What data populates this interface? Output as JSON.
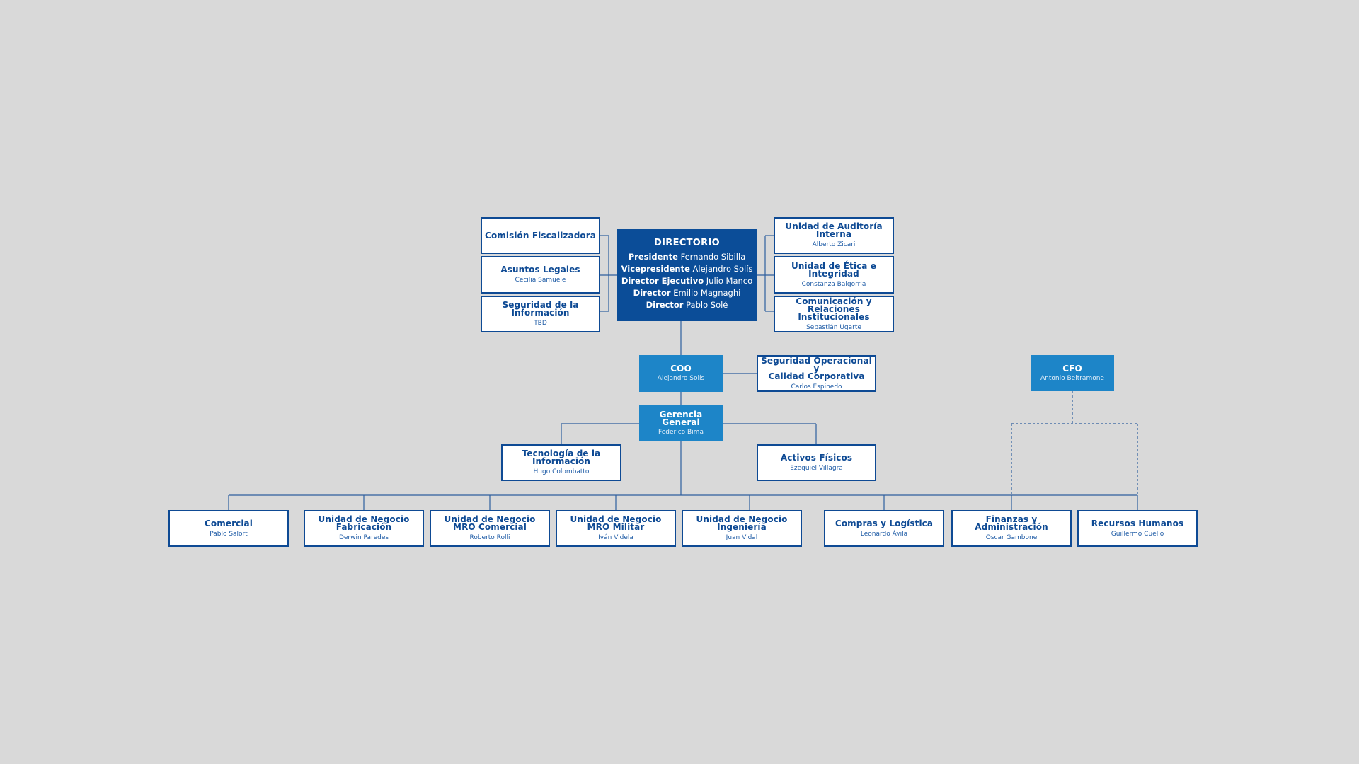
{
  "colors": {
    "background": "#d9d9d9",
    "primary_dark": "#0b4d98",
    "primary_mid": "#1d85c8",
    "outline": "#0e4a94"
  },
  "directorio": {
    "title": "DIRECTORIO",
    "members": [
      {
        "role": "Presidente",
        "name": "Fernando Sibilla"
      },
      {
        "role": "Vicepresidente",
        "name": "Alejandro Solís"
      },
      {
        "role": "Director Ejecutivo",
        "name": "Julio Manco"
      },
      {
        "role": "Director",
        "name": "Emilio Magnaghi"
      },
      {
        "role": "Director",
        "name": "Pablo Solé"
      }
    ]
  },
  "left_units": [
    {
      "title": "Comisión Fiscalizadora",
      "person": ""
    },
    {
      "title": "Asuntos Legales",
      "person": "Cecilia Samuele"
    },
    {
      "title": "Seguridad de la\nInformación",
      "person": "TBD"
    }
  ],
  "right_units": [
    {
      "title": "Unidad de Auditoría Interna",
      "person": "Alberto Zicari"
    },
    {
      "title": "Unidad de Ética e\nIntegridad",
      "person": "Constanza Baigorria"
    },
    {
      "title": "Comunicación y\nRelaciones Institucionales",
      "person": "Sebastián Ugarte"
    }
  ],
  "coo": {
    "title": "COO",
    "person": "Alejandro Solís"
  },
  "seguridad_operacional": {
    "title": "Seguridad Operacional y\nCalidad Corporativa",
    "person": "Carlos Espinedo"
  },
  "cfo": {
    "title": "CFO",
    "person": "Antonio Beltramone"
  },
  "gerencia_general": {
    "title": "Gerencia General",
    "person": "Federico Bima"
  },
  "tecnologia": {
    "title": "Tecnología de la\nInformación",
    "person": "Hugo Colombatto"
  },
  "activos": {
    "title": "Activos Físicos",
    "person": "Ezequiel Villagra"
  },
  "bottom_units": [
    {
      "title": "Comercial",
      "person": "Pablo Salort"
    },
    {
      "title": "Unidad de Negocio\nFabricación",
      "person": "Derwin Paredes"
    },
    {
      "title": "Unidad de Negocio\nMRO Comercial",
      "person": "Roberto Rolli"
    },
    {
      "title": "Unidad de Negocio\nMRO Militar",
      "person": "Iván Videla"
    },
    {
      "title": "Unidad de Negocio\nIngeniería",
      "person": "Juan Vidal"
    },
    {
      "title": "Compras y Logística",
      "person": "Leonardo Ávila"
    },
    {
      "title": "Finanzas y\nAdministración",
      "person": "Oscar Gambone"
    },
    {
      "title": "Recursos Humanos",
      "person": "Guillermo Cuello"
    }
  ]
}
